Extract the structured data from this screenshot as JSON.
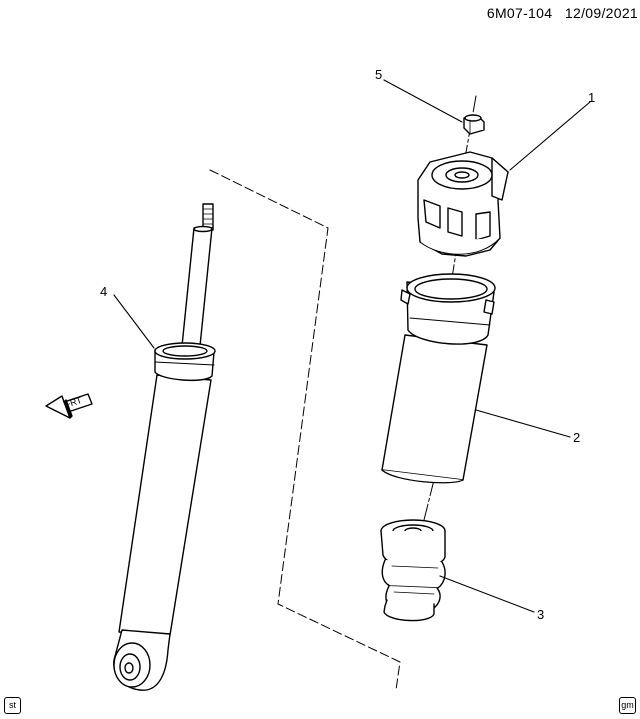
{
  "header": {
    "code": "6M07-104",
    "date": "12/09/2021"
  },
  "callouts": [
    "1",
    "2",
    "3",
    "4",
    "5"
  ],
  "direction_label": "FRT",
  "corners": {
    "left": "st",
    "right": "gm"
  }
}
